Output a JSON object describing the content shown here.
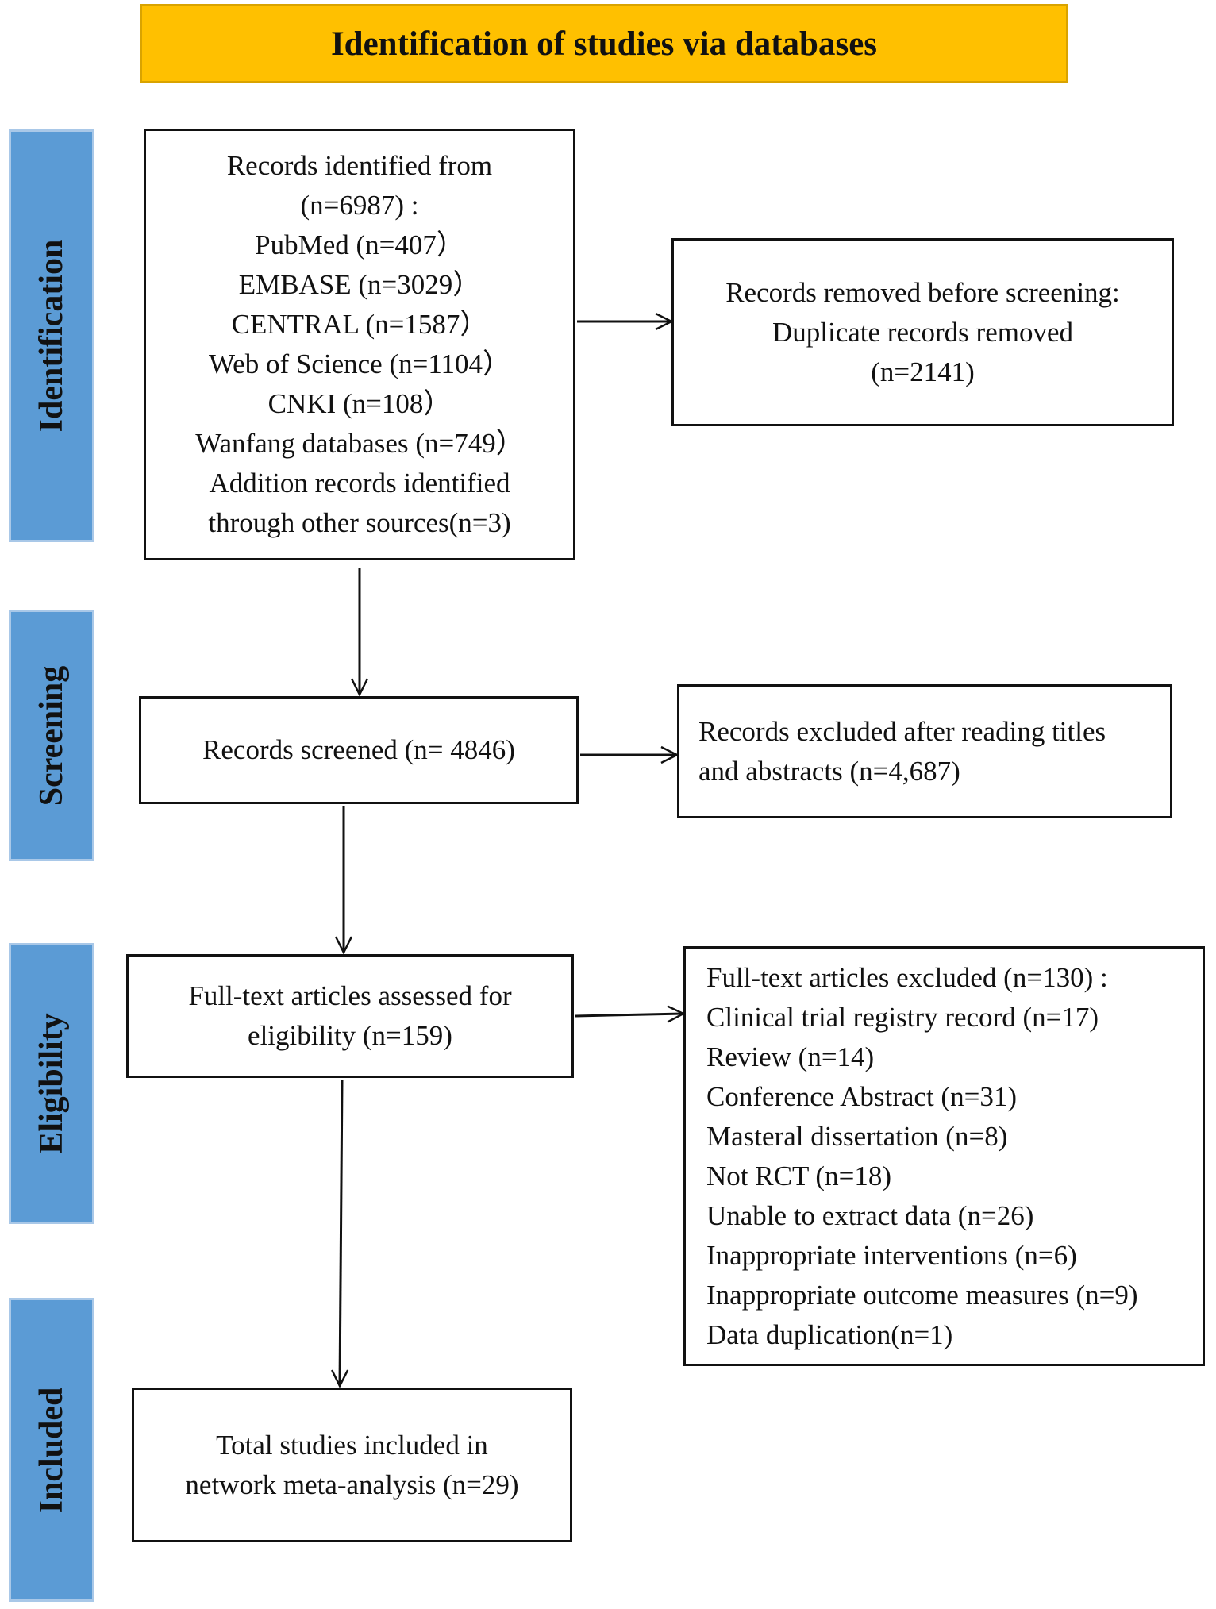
{
  "header": {
    "title": "Identification of studies via databases"
  },
  "stages": {
    "identification": "Identification",
    "screening": "Screening",
    "eligibility": "Eligibility",
    "included": "Included"
  },
  "identification": {
    "records_identified": [
      "Records identified from",
      "(n=6987) :",
      "PubMed (n=407）",
      "EMBASE (n=3029）",
      "CENTRAL (n=1587）",
      "Web of Science (n=1104）",
      "CNKI (n=108）",
      "Wanfang databases (n=749）",
      "Addition records identified",
      "through other sources(n=3)"
    ],
    "records_removed": [
      "Records removed before screening:",
      "Duplicate records removed",
      "(n=2141)"
    ]
  },
  "screening": {
    "records_screened": "Records screened (n= 4846)",
    "records_excluded": [
      "Records excluded after reading titles",
      "and abstracts (n=4,687)"
    ]
  },
  "eligibility": {
    "fulltext_assessed": [
      "Full-text articles assessed for",
      "eligibility (n=159)"
    ],
    "fulltext_excluded": [
      "Full-text articles excluded (n=130) :",
      "Clinical trial registry record (n=17)",
      "Review (n=14)",
      "Conference Abstract (n=31)",
      "Masteral dissertation (n=8)",
      "Not RCT (n=18)",
      "Unable to extract data (n=26)",
      "Inappropriate interventions (n=6)",
      "Inappropriate outcome measures (n=9)",
      "Data duplication(n=1)"
    ]
  },
  "included": {
    "total_included": [
      "Total studies included in",
      "network meta-analysis (n=29)"
    ]
  },
  "colors": {
    "banner_fill": "#ffc000",
    "stage_fill": "#5b9bd5",
    "line": "#111111"
  }
}
